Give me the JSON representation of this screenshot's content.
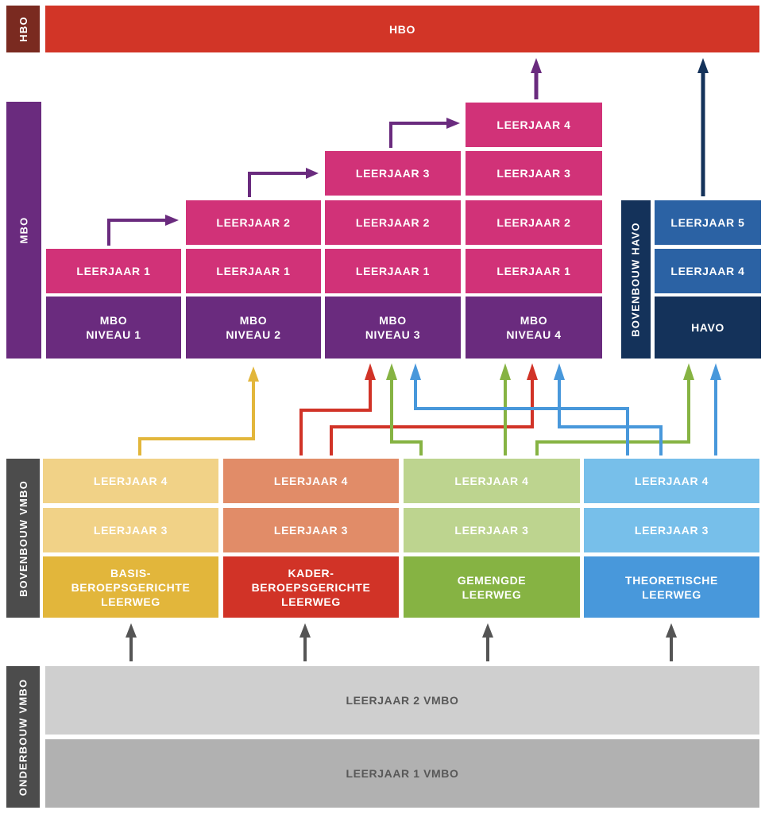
{
  "colors": {
    "hbo": "#d23527",
    "hbo_side": "#7a2a20",
    "mbo_side": "#6a2b7e",
    "mbo_niveau": "#6a2b7e",
    "mbo_leerjaar": "#d13278",
    "havo_dark": "#14325a",
    "havo_mid": "#2b62a4",
    "basis_dark": "#e2b63b",
    "basis_light": "#f1d287",
    "kader_dark": "#d13327",
    "kader_light": "#e18c68",
    "gemengd_dark": "#86b343",
    "gemengd_light": "#bdd48f",
    "theor_dark": "#4898db",
    "theor_light": "#77bfea",
    "vmbo_side": "#4c4c4c",
    "onder_2": "#cfcfcf",
    "onder_1": "#b1b1b1",
    "onder_text": "#585858",
    "arrow_gray": "#555555"
  },
  "hbo": {
    "side_label": "HBO",
    "label": "HBO"
  },
  "mbo": {
    "side_label": "MBO",
    "columns": [
      {
        "niveau": "MBO\nNIVEAU 1",
        "years": [
          "LEERJAAR 1"
        ]
      },
      {
        "niveau": "MBO\nNIVEAU 2",
        "years": [
          "LEERJAAR 1",
          "LEERJAAR 2"
        ]
      },
      {
        "niveau": "MBO\nNIVEAU 3",
        "years": [
          "LEERJAAR 1",
          "LEERJAAR 2",
          "LEERJAAR 3"
        ]
      },
      {
        "niveau": "MBO\nNIVEAU 4",
        "years": [
          "LEERJAAR 1",
          "LEERJAAR 2",
          "LEERJAAR 3",
          "LEERJAAR 4"
        ]
      }
    ]
  },
  "havo": {
    "side_label": "BOVENBOUW HAVO",
    "base": "HAVO",
    "years": [
      "LEERJAAR 4",
      "LEERJAAR 5"
    ]
  },
  "vmbo_boven": {
    "side_label": "BOVENBOUW VMBO",
    "tracks": [
      {
        "name": "BASIS-\nBEROEPSGERICHTE\nLEERWEG",
        "year3": "LEERJAAR 3",
        "year4": "LEERJAAR 4"
      },
      {
        "name": "KADER-\nBEROEPSGERICHTE\nLEERWEG",
        "year3": "LEERJAAR 3",
        "year4": "LEERJAAR 4"
      },
      {
        "name": "GEMENGDE\nLEERWEG",
        "year3": "LEERJAAR 3",
        "year4": "LEERJAAR 4"
      },
      {
        "name": "THEORETISCHE\nLEERWEG",
        "year3": "LEERJAAR 3",
        "year4": "LEERJAAR 4"
      }
    ]
  },
  "vmbo_onder": {
    "side_label": "ONDERBOUW VMBO",
    "year2": "LEERJAAR 2 VMBO",
    "year1": "LEERJAAR 1 VMBO"
  }
}
